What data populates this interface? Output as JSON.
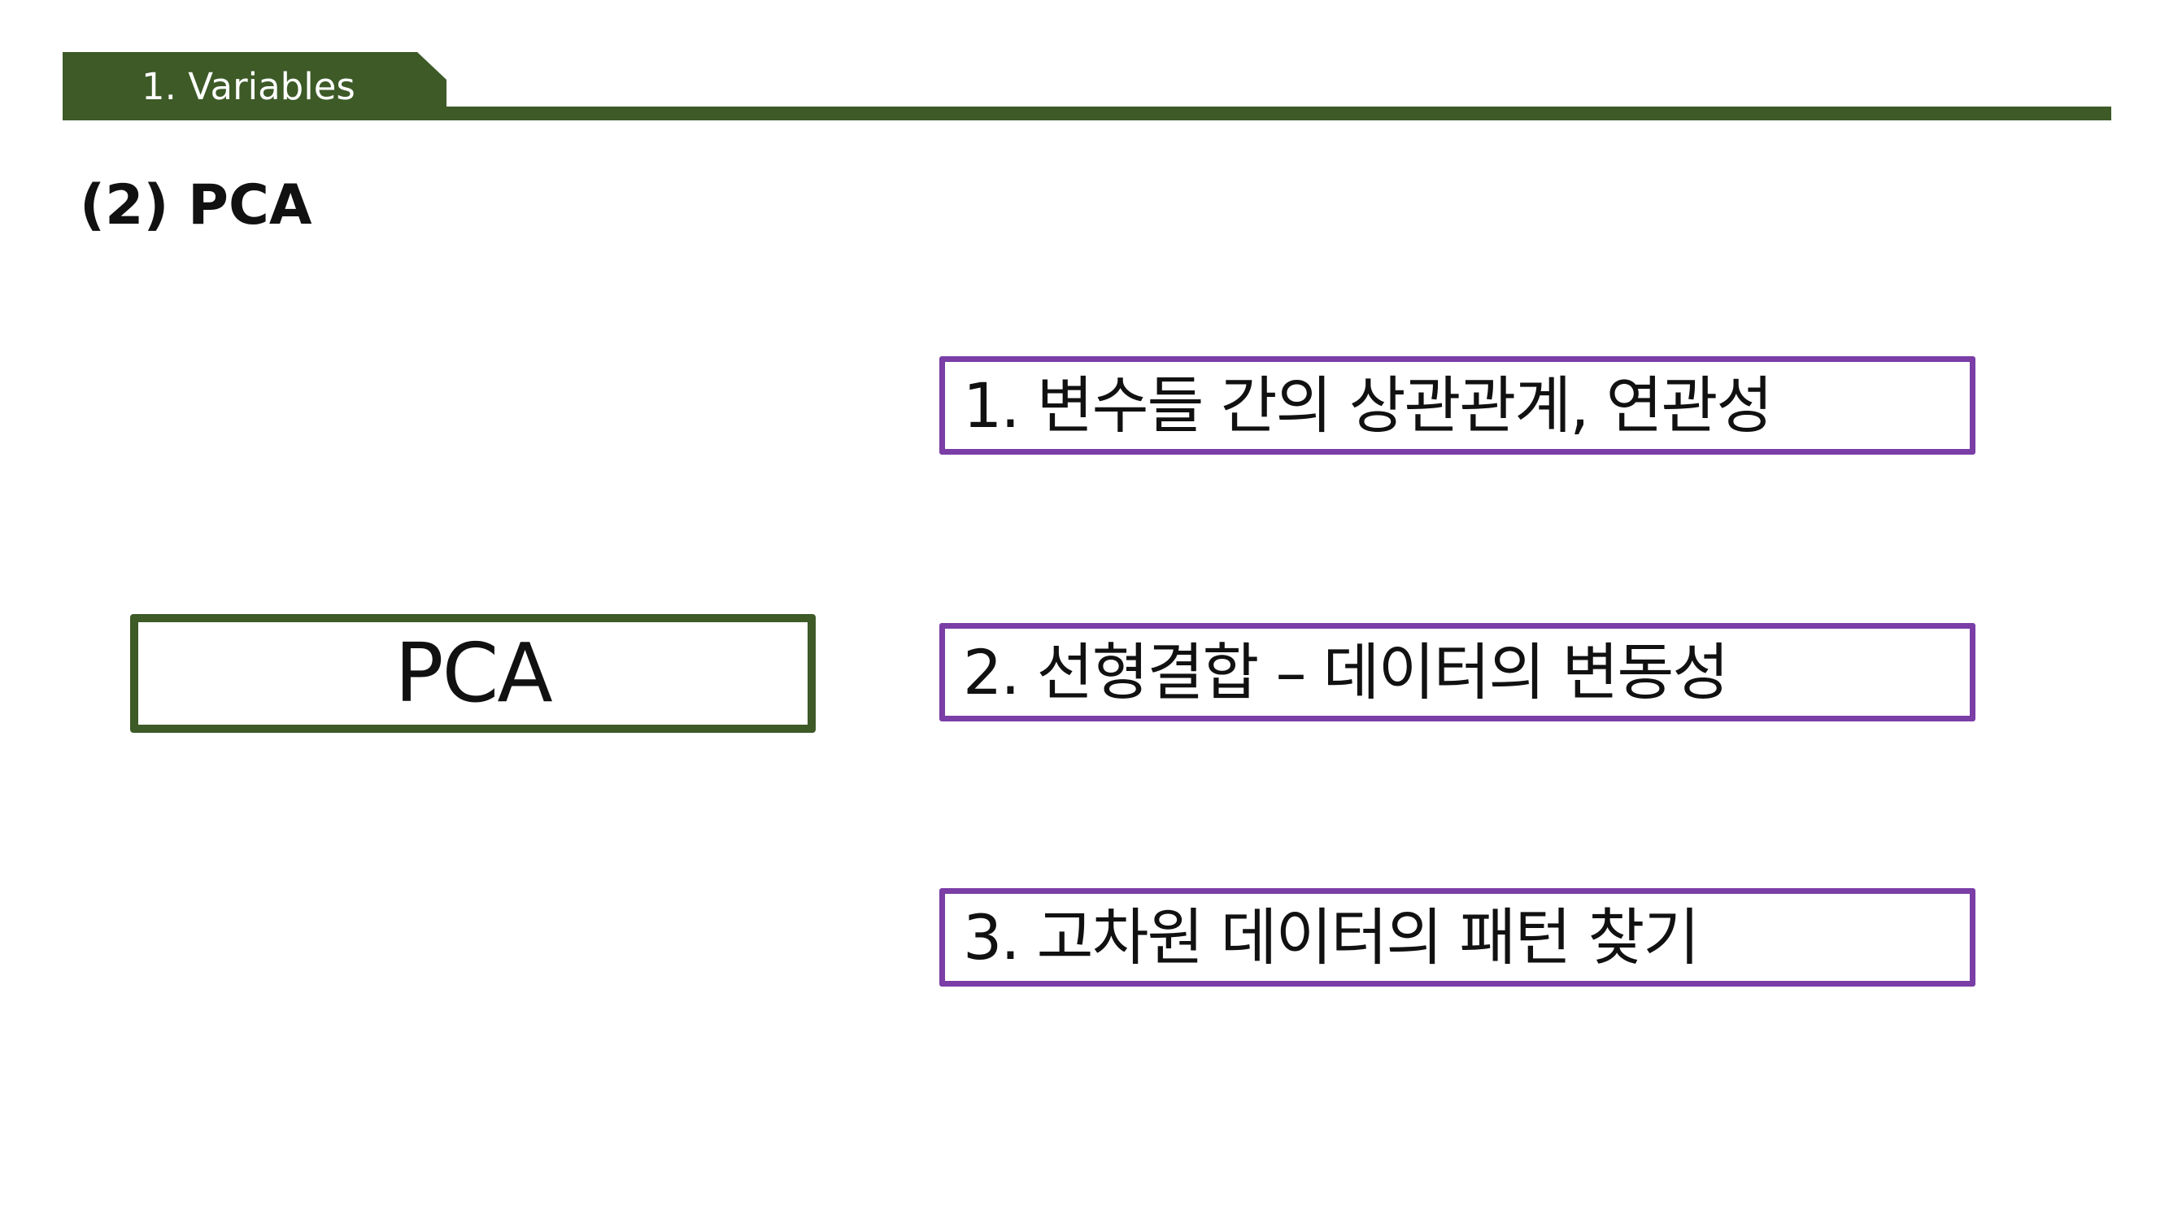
{
  "header": {
    "section_label": "1. Variables"
  },
  "slide": {
    "title": "(2) PCA"
  },
  "diagram": {
    "center_label": "PCA",
    "items": [
      {
        "label": "1. 변수들 간의 상관관계, 연관성"
      },
      {
        "label": "2. 선형결합 – 데이터의 변동성"
      },
      {
        "label": "3. 고차원 데이터의 패턴 찾기"
      }
    ]
  },
  "colors": {
    "accent_green": "#3d5a27",
    "accent_purple": "#7a3ea6"
  }
}
